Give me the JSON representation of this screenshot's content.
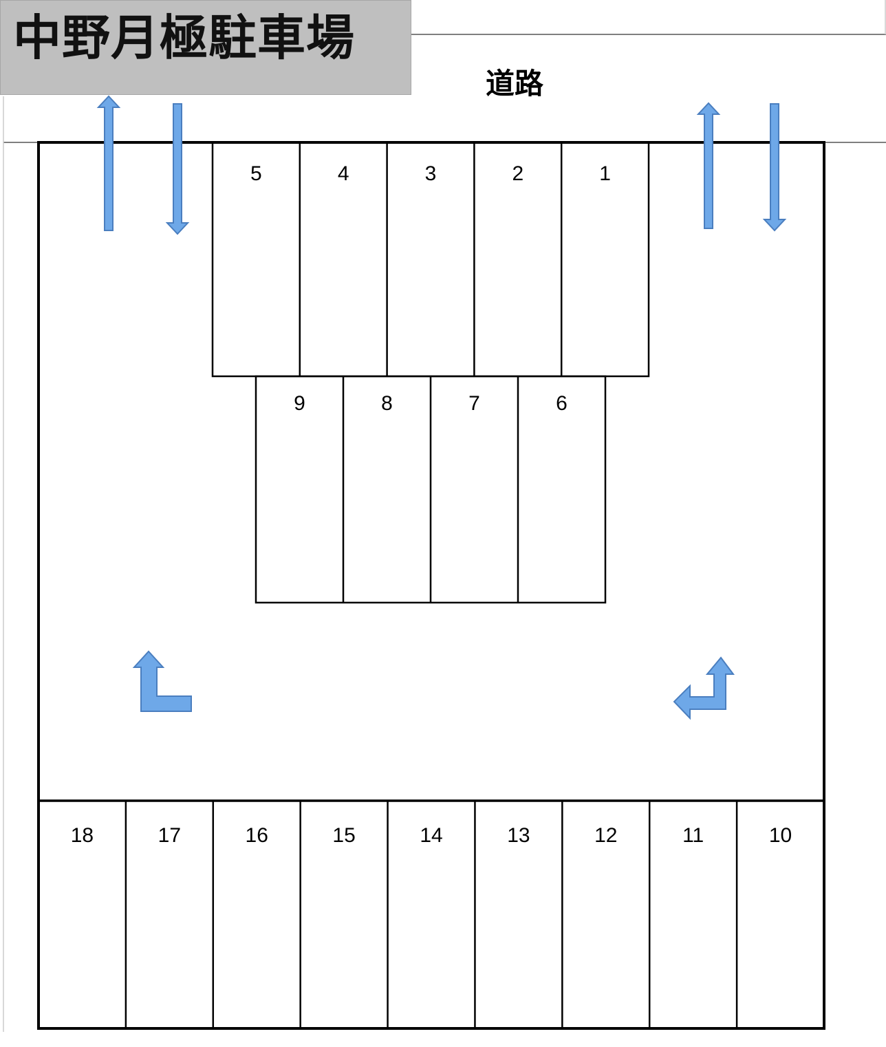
{
  "title": "中野月極駐車場",
  "road_label": "道路",
  "colors": {
    "title_background": "#bfbfbf",
    "arrow_fill": "#6ea8e8",
    "arrow_stroke": "#4a7ebf",
    "line": "#000000"
  },
  "slots": {
    "upper_row": [
      "5",
      "4",
      "3",
      "2",
      "1"
    ],
    "middle_row": [
      "9",
      "8",
      "7",
      "6"
    ],
    "bottom_row": [
      "18",
      "17",
      "16",
      "15",
      "14",
      "13",
      "12",
      "11",
      "10"
    ]
  },
  "arrows": [
    {
      "name": "left-exit-arrow-icon",
      "direction": "up"
    },
    {
      "name": "left-entry-arrow-icon",
      "direction": "down"
    },
    {
      "name": "right-exit-arrow-icon",
      "direction": "up"
    },
    {
      "name": "right-entry-arrow-icon",
      "direction": "down"
    },
    {
      "name": "left-turn-up-arrow-icon",
      "direction": "turn-up"
    },
    {
      "name": "right-turn-left-arrow-icon",
      "direction": "turn-left-up"
    }
  ]
}
